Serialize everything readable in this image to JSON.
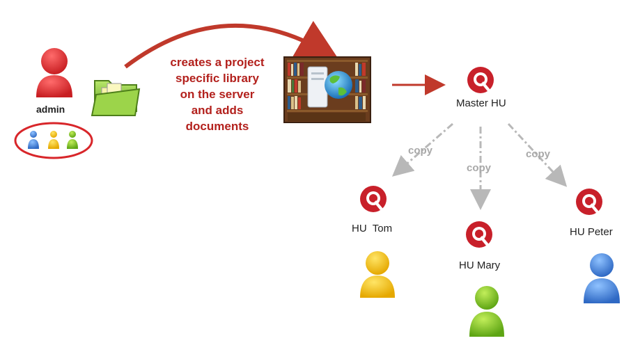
{
  "admin": {
    "label": "admin"
  },
  "caption": {
    "lines": [
      "creates a project",
      "specific library",
      "on the server",
      "and adds",
      "documents"
    ]
  },
  "hubs": {
    "master": "Master HU",
    "tom": "HU  Tom",
    "mary": "HU Mary",
    "peter": "HU Peter"
  },
  "copy_labels": [
    "copy",
    "copy",
    "copy"
  ],
  "colors": {
    "admin_red": "#d8262a",
    "caption_red": "#b3211d",
    "arrow_red": "#c0392b",
    "copy_gray": "#a8a8a8",
    "user_blue": "#3d7ed8",
    "user_yellow": "#f2c200",
    "user_green": "#7dc21e",
    "folder_green": "#8dc63f",
    "logo_red": "#c8202a"
  },
  "icons": [
    "admin-user-icon",
    "user-group-icon",
    "folder-icon",
    "library-server-icon",
    "qlik-logo-icon"
  ]
}
